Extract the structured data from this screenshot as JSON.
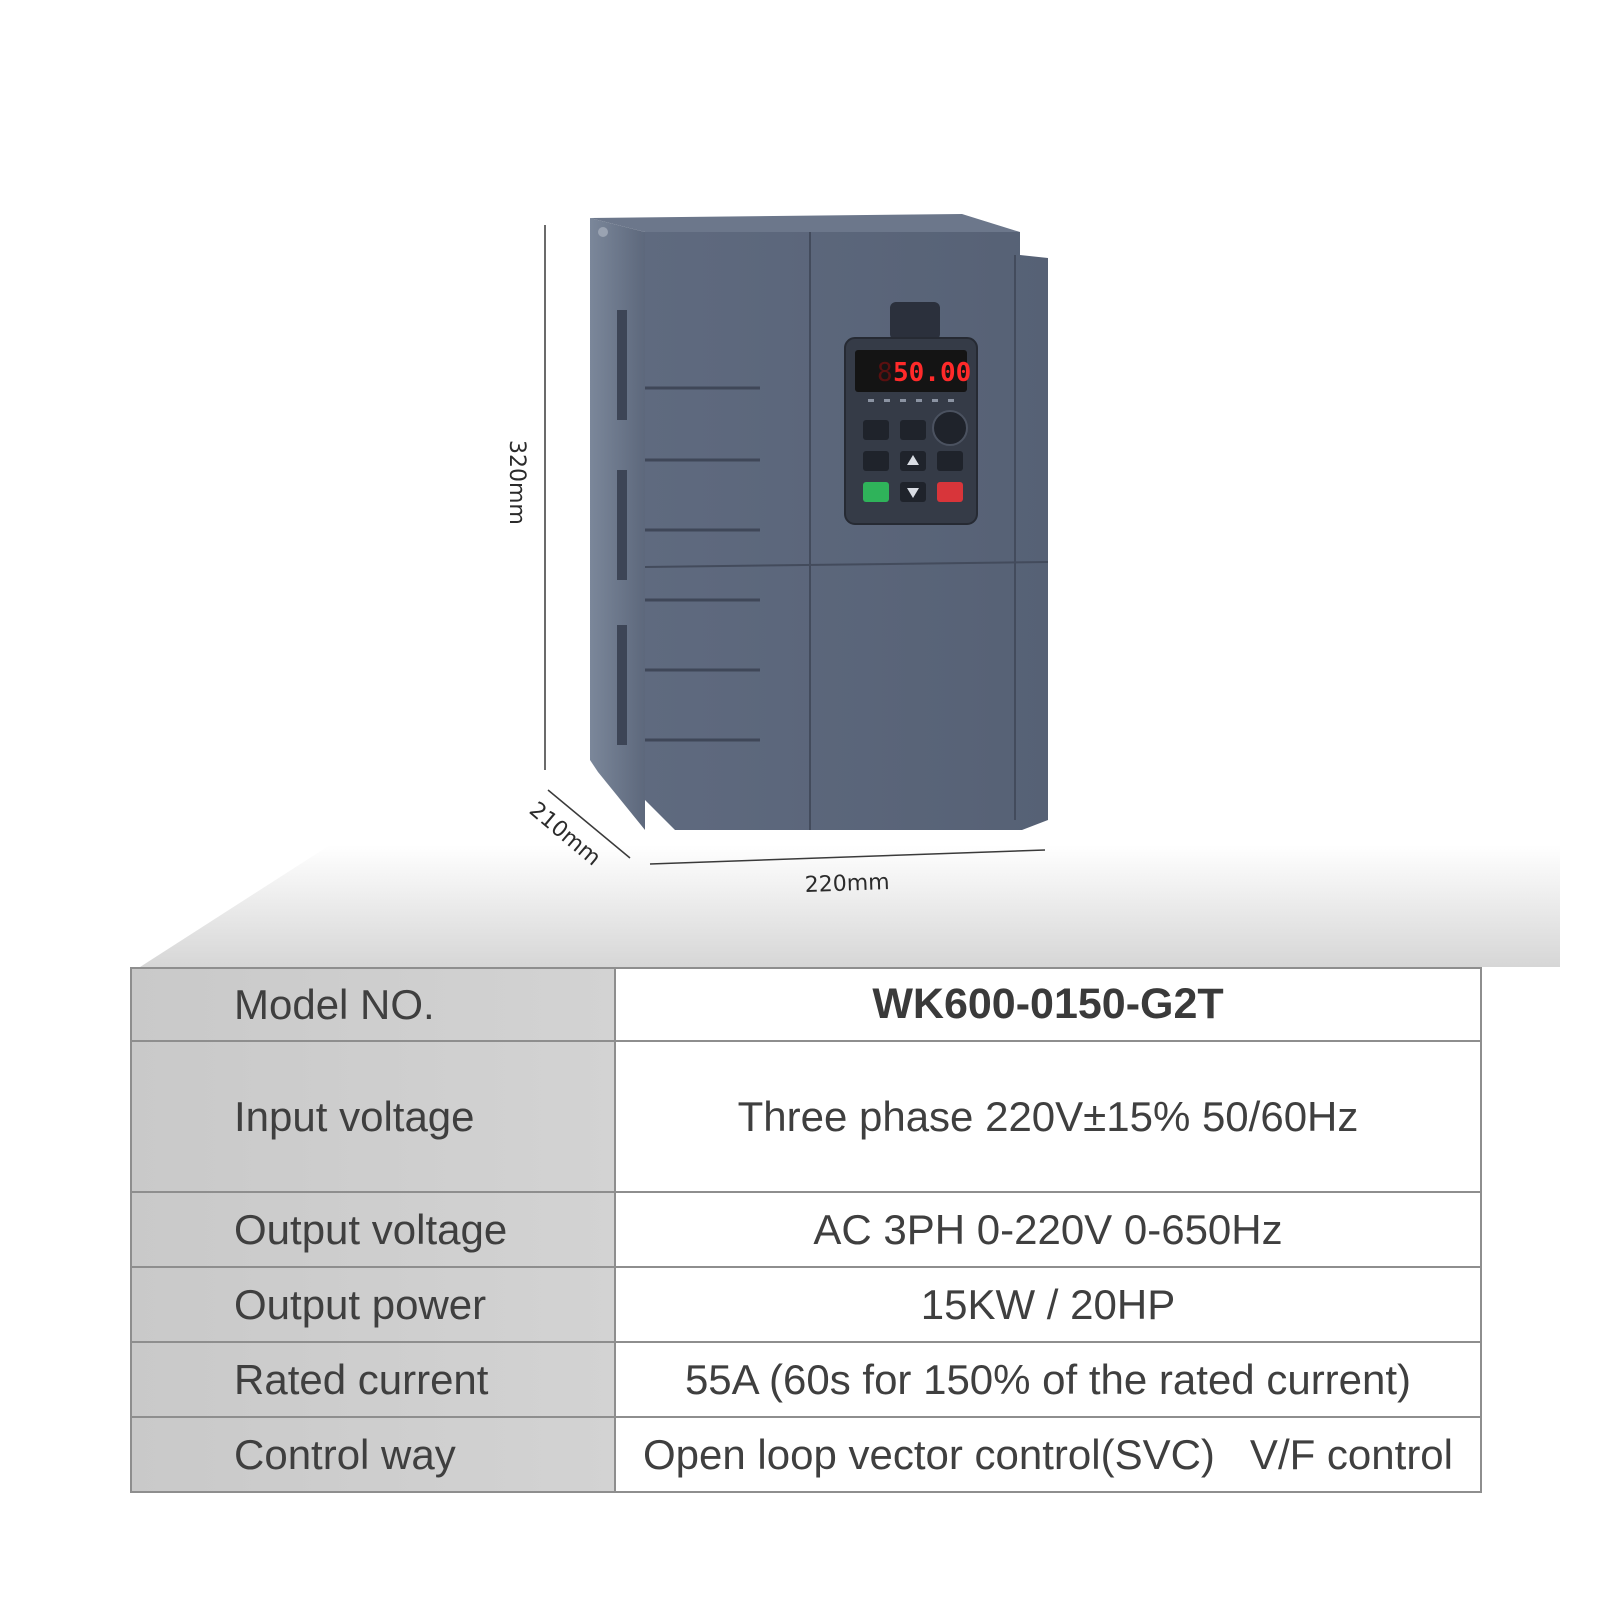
{
  "dimensions": {
    "height": "320mm",
    "depth": "210mm",
    "width": "220mm"
  },
  "display": {
    "digit": "8",
    "readout": "50.00"
  },
  "specs": [
    {
      "label": "Model NO.",
      "value": "WK600-0150-G2T"
    },
    {
      "label": "Input voltage",
      "value": "Three phase 220V±15% 50/60Hz"
    },
    {
      "label": "Output voltage",
      "value": "AC 3PH 0-220V 0-650Hz"
    },
    {
      "label": "Output power",
      "value": "15KW / 20HP"
    },
    {
      "label": "Rated current",
      "value": "55A (60s for 150% of the rated current)"
    },
    {
      "label": "Control way",
      "value": "Open loop vector control(SVC)   V/F control"
    }
  ],
  "colors": {
    "housing": "#5a6478",
    "display_red": "#ff2a2a",
    "run_key": "#2fb35a",
    "stop_key": "#d8353a"
  }
}
